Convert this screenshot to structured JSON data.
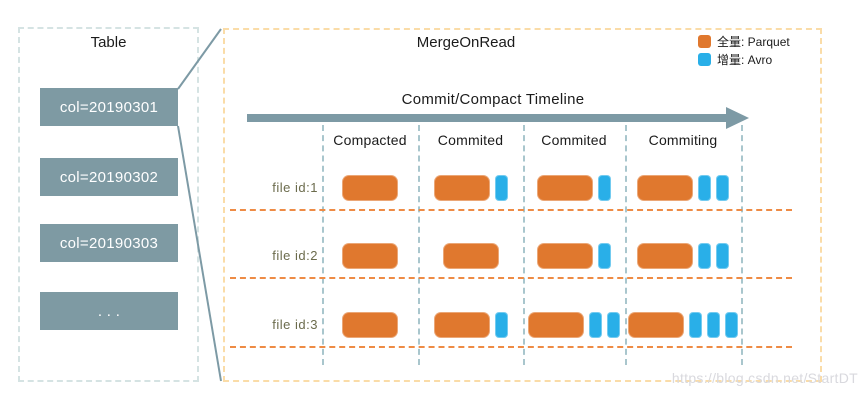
{
  "table_panel": {
    "title": "Table",
    "partitions": [
      "col=20190301",
      "col=20190302",
      "col=20190303",
      ". . ."
    ]
  },
  "mor_panel": {
    "title": "MergeOnRead",
    "legend": [
      {
        "icon": "parquet-swatch",
        "color": "#e0782e",
        "label": "全量: Parquet"
      },
      {
        "icon": "avro-swatch",
        "color": "#29afe8",
        "label": "增量: Avro"
      }
    ],
    "timeline_label": "Commit/Compact Timeline",
    "columns": [
      "Compacted",
      "Commited",
      "Commited",
      "Commiting"
    ],
    "rows": [
      {
        "label": "file id:1",
        "cells": [
          {
            "parquet": 1,
            "avro": 0
          },
          {
            "parquet": 1,
            "avro": 1
          },
          {
            "parquet": 1,
            "avro": 1
          },
          {
            "parquet": 1,
            "avro": 2
          }
        ]
      },
      {
        "label": "file id:2",
        "cells": [
          {
            "parquet": 1,
            "avro": 0
          },
          {
            "parquet": 1,
            "avro": 0
          },
          {
            "parquet": 1,
            "avro": 1
          },
          {
            "parquet": 1,
            "avro": 2
          }
        ]
      },
      {
        "label": "file id:3",
        "cells": [
          {
            "parquet": 1,
            "avro": 0
          },
          {
            "parquet": 1,
            "avro": 1
          },
          {
            "parquet": 1,
            "avro": 2
          },
          {
            "parquet": 1,
            "avro": 3
          }
        ]
      }
    ]
  },
  "watermark": "https://blog.csdn.net/StartDT",
  "colors": {
    "parquet_orange": "#e0782e",
    "avro_blue": "#29afe8",
    "arrow_teal": "#7d9aa5",
    "partition_box": "#7e9aa3",
    "row_separator": "#ee8b45",
    "column_guide": "#a9c6cd",
    "table_border": "#d5e3e3",
    "mor_border": "#fadca8",
    "file_label": "#6b6b4c"
  }
}
